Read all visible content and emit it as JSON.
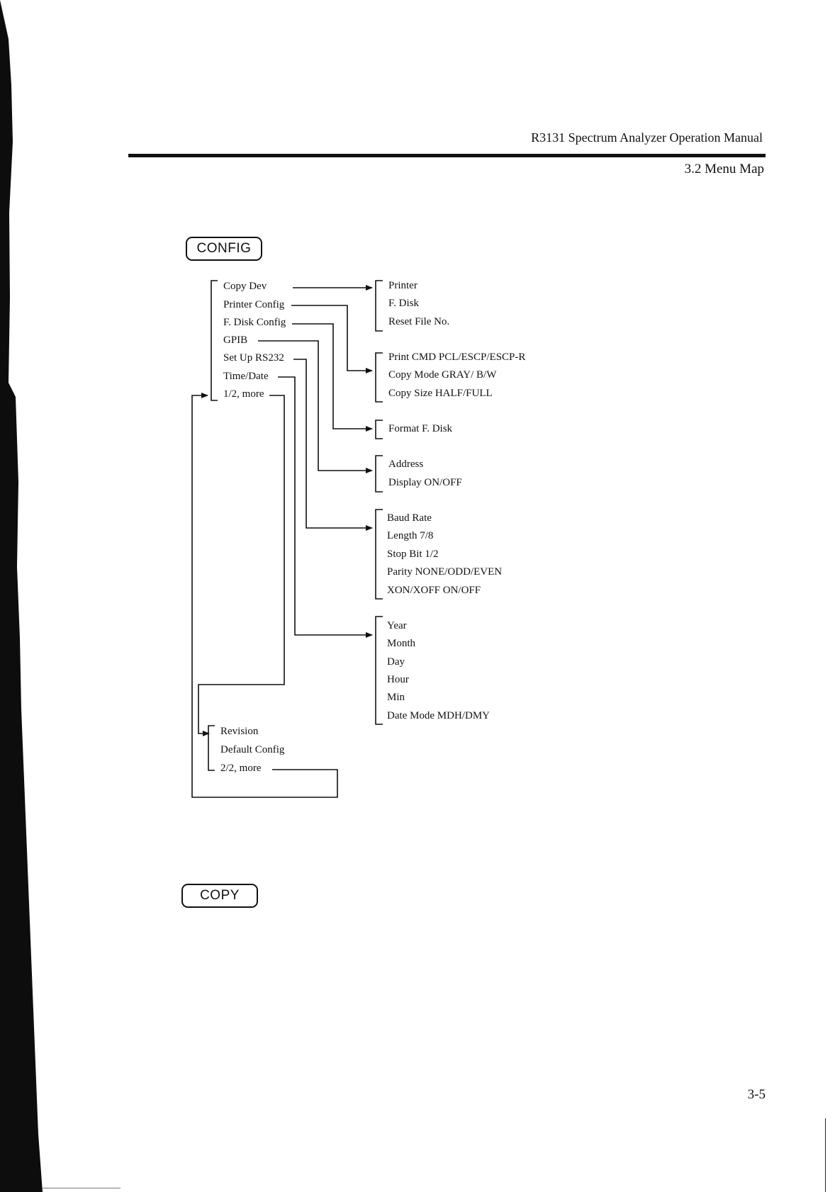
{
  "header": {
    "title": "R3131 Spectrum Analyzer Operation Manual",
    "section": "3.2 Menu Map"
  },
  "keys": {
    "config": "CONFIG",
    "copy": "COPY"
  },
  "config_menu": {
    "page1": [
      "Copy Dev",
      "Printer Config",
      "F. Disk Config",
      "GPIB",
      "Set Up RS232",
      "Time/Date",
      "1/2, more"
    ],
    "page2": [
      "Revision",
      "Default Config",
      "2/2, more"
    ]
  },
  "submenus": {
    "copy_dev": [
      "Printer",
      "F. Disk",
      "Reset File No."
    ],
    "printer_config": [
      "Print CMD PCL/ESCP/ESCP-R",
      "Copy Mode GRAY/ B/W",
      "Copy Size HALF/FULL"
    ],
    "fdisk_config": [
      "Format F. Disk"
    ],
    "gpib": [
      "Address",
      "Display ON/OFF"
    ],
    "rs232": [
      "Baud Rate",
      "Length 7/8",
      "Stop Bit 1/2",
      "Parity NONE/ODD/EVEN",
      "XON/XOFF ON/OFF"
    ],
    "time_date": [
      "Year",
      "Month",
      "Day",
      "Hour",
      "Min",
      "Date Mode MDH/DMY"
    ]
  },
  "page_number": "3-5"
}
